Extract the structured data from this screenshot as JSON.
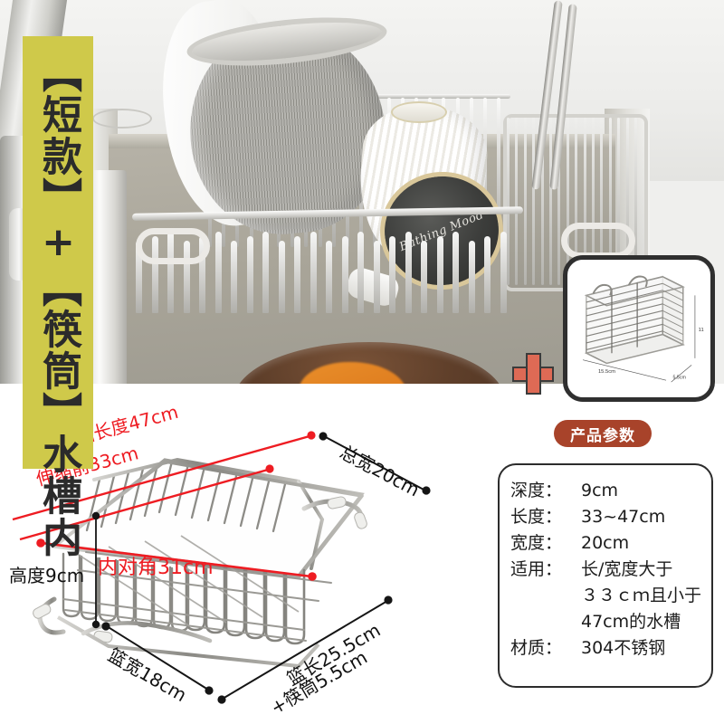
{
  "banner": {
    "text": "【短款】+【筷筒】水槽内",
    "bg_color": "#cfc94a",
    "text_color": "#2b2b2b"
  },
  "photo": {
    "alt_name": "sink-dish-rack-photo",
    "mug_script_text": "Bathing Mood"
  },
  "plus_symbol": {
    "glyph": "+",
    "color": "#de6a55",
    "outline": "#3b3b3b"
  },
  "inset": {
    "name": "chopstick-holder-inset",
    "dimensions": {
      "length": "15.5cm",
      "width": "5.5cm",
      "height": "11"
    }
  },
  "param_badge": {
    "label": "产品参数",
    "bg_color": "#a8432a",
    "text_color": "#ffffff"
  },
  "parameters": {
    "rows": [
      {
        "key": "深度：",
        "value": "9cm"
      },
      {
        "key": "长度：",
        "value": "33~47cm"
      },
      {
        "key": "宽度：",
        "value": "20cm"
      },
      {
        "key": "适用：",
        "value": "长/宽度大于"
      },
      {
        "key": "材质：",
        "value": "304不锈钢"
      }
    ],
    "applicable_cont_1": "３３ｃｍ且小于",
    "applicable_cont_2": "47cm的水槽"
  },
  "diagram": {
    "name": "expandable-basket-line-art",
    "labels": {
      "extend_max": "单边伸缩长度47cm",
      "extend_before": "伸缩前33cm",
      "total_width": "总宽20cm",
      "inner_diagonal": "内对角31cm",
      "height": "高度9cm",
      "basket_width": "篮宽18cm",
      "basket_length": "篮长25.5cm",
      "plus_tube": "+筷筒5.5cm"
    },
    "label_colors": {
      "red": "#ee1c22",
      "black": "#111111"
    }
  }
}
